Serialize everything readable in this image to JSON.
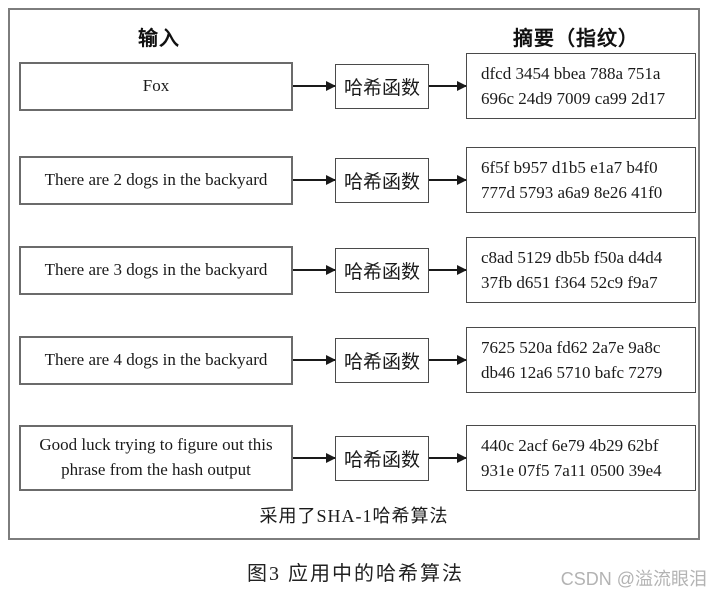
{
  "header": {
    "input_label": "输入",
    "digest_label": "摘要（指纹）"
  },
  "hash_function_label": "哈希函数",
  "rows": [
    {
      "input": [
        "Fox"
      ],
      "digest": [
        "dfcd 3454 bbea 788a 751a",
        "696c 24d9 7009 ca99 2d17"
      ]
    },
    {
      "input": [
        "There are 2 dogs in the backyard"
      ],
      "digest": [
        "6f5f b957 d1b5 e1a7 b4f0",
        "777d 5793 a6a9 8e26 41f0"
      ]
    },
    {
      "input": [
        "There are 3 dogs in the backyard"
      ],
      "digest": [
        "c8ad 5129 db5b f50a d4d4",
        "37fb d651 f364 52c9 f9a7"
      ]
    },
    {
      "input": [
        "There are 4 dogs in the backyard"
      ],
      "digest": [
        "7625 520a fd62 2a7e 9a8c",
        "db46 12a6 5710 bafc 7279"
      ]
    },
    {
      "input": [
        "Good luck trying to figure out this",
        "phrase from the hash output"
      ],
      "digest": [
        "440c 2acf 6e79 4b29 62bf",
        "931e 07f5 7a11 0500 39e4"
      ]
    }
  ],
  "algorithm_note": "采用了SHA-1哈希算法",
  "caption": "图3 应用中的哈希算法",
  "watermark": "CSDN @溢流眼泪",
  "colors": {
    "frame_border": "#7d7d7d",
    "input_box_border": "#6b6b6b",
    "inner_box_border": "#4a4a4a",
    "text": "#1a1a1a",
    "watermark": "#b3b3b3",
    "background": "#ffffff"
  }
}
